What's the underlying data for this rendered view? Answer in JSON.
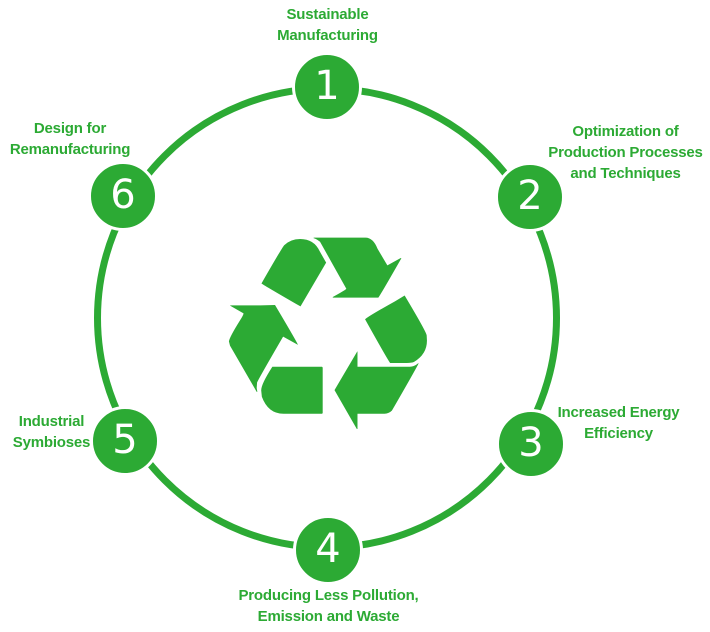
{
  "diagram": {
    "type": "circular-process",
    "accent_color": "#2CAA34",
    "background_color": "#FFFFFF",
    "center_icon": {
      "name": "recycle-icon",
      "glyph": "♻"
    },
    "steps": [
      {
        "number": "1",
        "position": "top",
        "label": "Sustainable Manufacturing",
        "lines": [
          "Sustainable",
          "Manufacturing"
        ]
      },
      {
        "number": "2",
        "position": "upper-right",
        "label": "Optimization of Production Processes and Techniques",
        "lines": [
          "Optimization of",
          "Production Processes",
          "and Techniques"
        ]
      },
      {
        "number": "3",
        "position": "lower-right",
        "label": "Increased Energy Efficiency",
        "lines": [
          "Increased Energy",
          "Efficiency"
        ]
      },
      {
        "number": "4",
        "position": "bottom",
        "label": "Producing Less Pollution, Emission and Waste",
        "lines": [
          "Producing Less Pollution,",
          "Emission and Waste"
        ]
      },
      {
        "number": "5",
        "position": "lower-left",
        "label": "Industrial Symbioses",
        "lines": [
          "Industrial",
          "Symbioses"
        ]
      },
      {
        "number": "6",
        "position": "upper-left",
        "label": "Design for Remanufacturing",
        "lines": [
          "Design for",
          "Remanufacturing"
        ]
      }
    ]
  }
}
